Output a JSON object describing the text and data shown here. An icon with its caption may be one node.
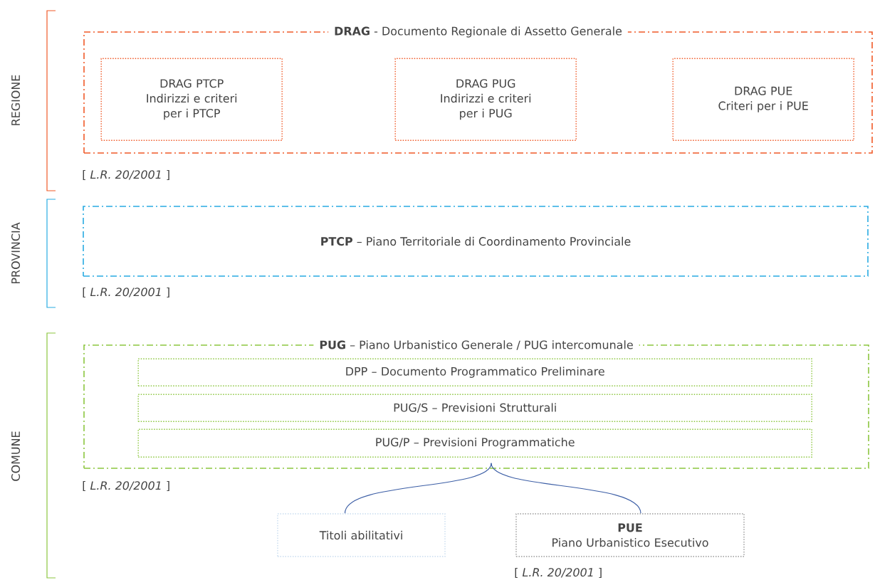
{
  "diagram": {
    "nodes": [
      {
        "text": [
          "**DRAG** - Documento Regionale di Assetto Generale"
        ],
        "beside": [
          "[ *L.R. 20/2001* ]"
        ]
      },
      {
        "text": [
          "DRAG PTCP",
          "Indirizzi e criteri per i PTCP"
        ],
        "in": 0
      },
      {
        "text": [
          "DRAG PUG",
          "Indirizzi e criteri per i PUG"
        ],
        "in": 0
      },
      {
        "text": [
          "DRAG PUE",
          "Criteri per i PUE"
        ],
        "in": 0
      },
      {
        "text": [
          "**PTCP** – Piano Territoriale di Coordinamento Provinciale"
        ],
        "beside": [
          "[ *L.R. 20/2001* ]"
        ]
      },
      {
        "text": [
          "**PUG** – Piano Urbanistico Generale / PUG intercomunale"
        ],
        "beside": [
          "[ *L.R. 20/2001* ]"
        ]
      },
      {
        "text": [
          "DPP – Documento Programmatico Preliminare"
        ],
        "in": 5
      },
      {
        "text": [
          "PUG/S – Previsioni Strutturali"
        ],
        "in": 5
      },
      {
        "text": [
          "PUG/P – Previsioni Programmatiche"
        ],
        "in": 5
      },
      {
        "text": [
          "Titoli abilitativi"
        ]
      },
      {
        "text": [
          "PUE",
          "Piano Urbanistico Esecutivo"
        ],
        "beside": [
          "[ *L.R. 20/2001* ]"
        ]
      }
    ],
    "edges": [
      {
        "from": 5,
        "to": 9,
        "arrow": "none"
      },
      {
        "from": 5,
        "to": 10,
        "arrow": "none"
      }
    ],
    "labels": [
      "REGIONE",
      "PROVINCIA",
      "COMUNE"
    ]
  }
}
